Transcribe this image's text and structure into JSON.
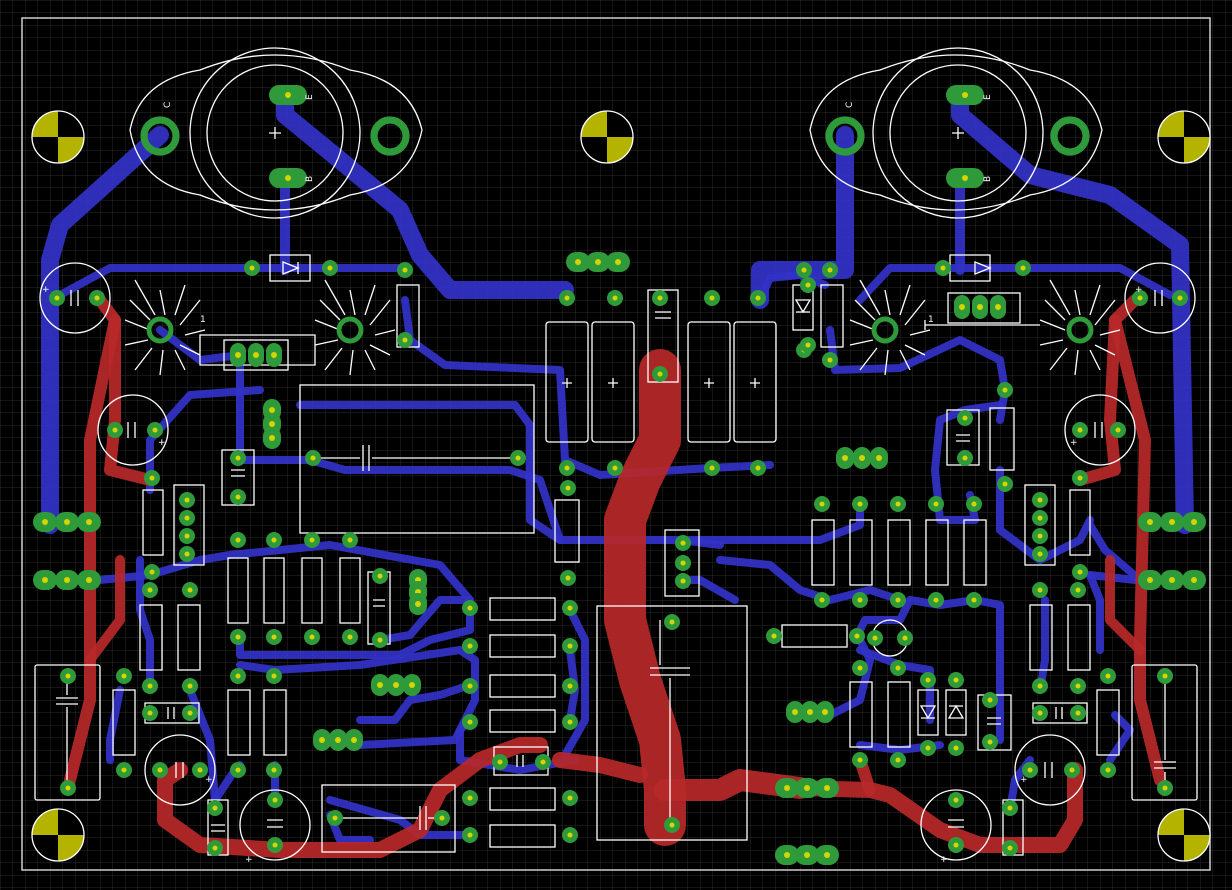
{
  "board": {
    "background": "#000000",
    "grid_color": "#2a2a2a",
    "outline_color": "#cfcfcf",
    "colors": {
      "top_trace": "#b82828",
      "bottom_trace": "#3232c8",
      "pad": "#2e9a3a",
      "pad_hole": "#d4d400",
      "silk": "#ffffff",
      "mount": "#b3b300"
    }
  },
  "silk_text": {
    "tr_left_c": "C",
    "tr_left_e": "E",
    "tr_left_b": "B",
    "tr_right_c": "C",
    "tr_right_e": "E",
    "tr_right_b": "B",
    "plus": "+",
    "one": "1"
  }
}
